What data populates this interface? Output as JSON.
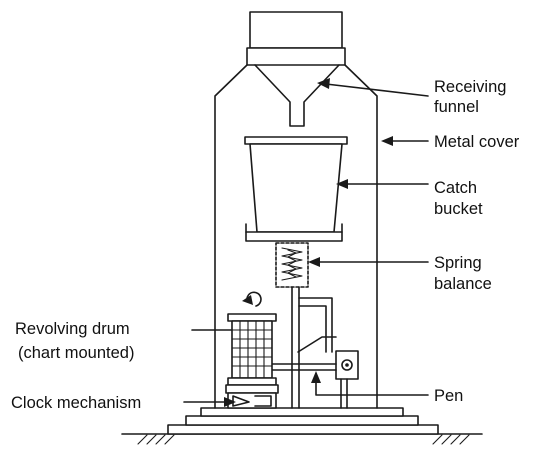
{
  "labels": {
    "receiving_funnel": [
      "Receiving",
      "funnel"
    ],
    "metal_cover": "Metal cover",
    "catch_bucket": [
      "Catch",
      "bucket"
    ],
    "spring_balance": [
      "Spring",
      "balance"
    ],
    "revolving_drum": [
      "Revolving drum",
      "(chart mounted)"
    ],
    "clock_mechanism": "Clock mechanism",
    "pen": "Pen"
  },
  "colors": {
    "ink": "#1a1a1a",
    "background": "#ffffff"
  }
}
